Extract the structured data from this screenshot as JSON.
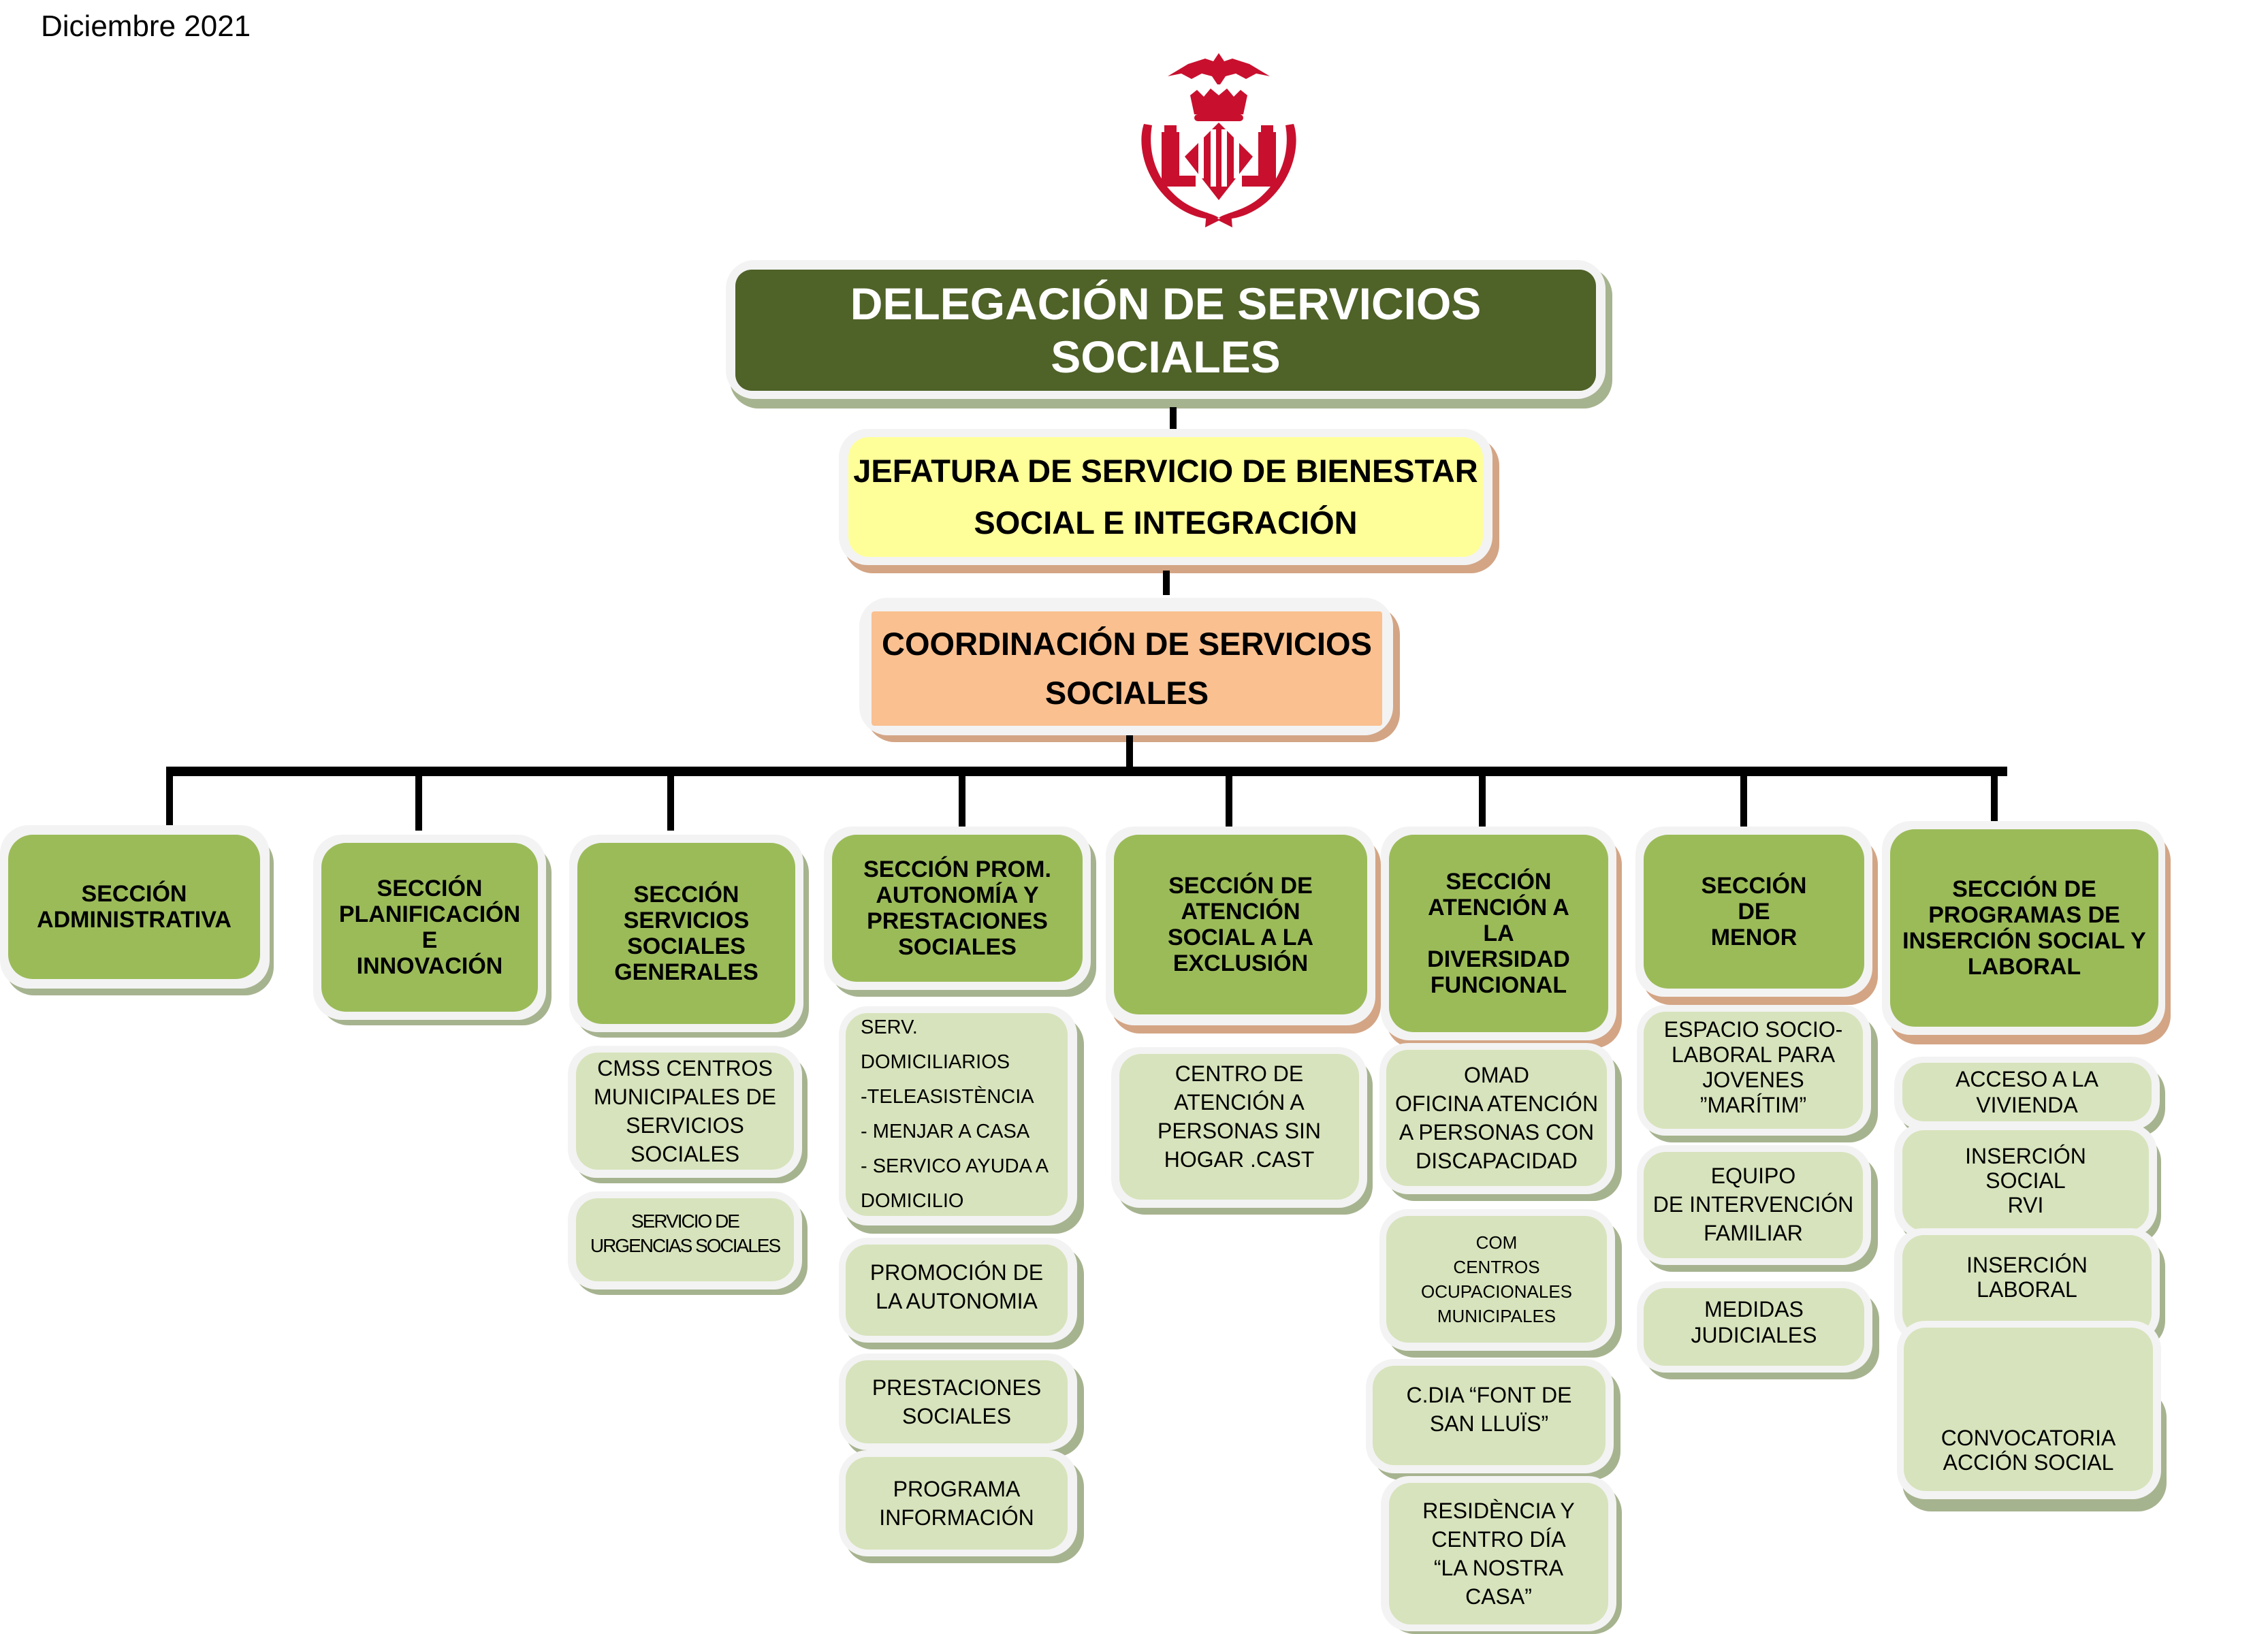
{
  "header": {
    "date": "Diciembre  2021"
  },
  "logo": {
    "icon": "valencia-city-coat-of-arms-icon",
    "color": "#c8102e"
  },
  "colors": {
    "top_box": "#4f6228",
    "jefatura_box": "#ffff99",
    "coordinacion_box": "#fac090",
    "section_box": "#9bbb59",
    "sub_box": "#d7e3bc",
    "connector": "#000000"
  },
  "hierarchy": {
    "delegacion": "DELEGACIÓN DE SERVICIOS\nSOCIALES",
    "jefatura": "JEFATURA DE SERVICIO DE BIENESTAR\nSOCIAL E INTEGRACIÓN",
    "coordinacion": "COORDINACIÓN DE SERVICIOS\nSOCIALES"
  },
  "sections": [
    {
      "title": "SECCIÓN\nADMINISTRATIVA",
      "units": []
    },
    {
      "title": "SECCIÓN\nPLANIFICACIÓN\nE\nINNOVACIÓN",
      "units": []
    },
    {
      "title": "SECCIÓN\nSERVICIOS\nSOCIALES\nGENERALES",
      "units": [
        "CMSS CENTROS\nMUNICIPALES DE\nSERVICIOS\nSOCIALES",
        "SERVICIO DE\nURGENCIAS SOCIALES"
      ]
    },
    {
      "title": "SECCIÓN PROM.\nAUTONOMÍA Y\nPRESTACIONES\nSOCIALES",
      "units": [
        "SERV.\nDOMICILIARIOS\n-TELEASISTÈNCIA\n- MENJAR A CASA\n- SERVICO  AYUDA A\nDOMICILIO",
        "PROMOCIÓN DE\nLA AUTONOMIA",
        "PRESTACIONES\nSOCIALES",
        "PROGRAMA\nINFORMACIÓN"
      ]
    },
    {
      "title": "SECCIÓN DE\nATENCIÓN\nSOCIAL A LA\nEXCLUSIÓN",
      "units": [
        "CENTRO DE\nATENCIÓN A\nPERSONAS SIN\nHOGAR .CAST"
      ]
    },
    {
      "title": "SECCIÓN\nATENCIÓN A\nLA\nDIVERSIDAD\nFUNCIONAL",
      "units": [
        "OMAD\nOFICINA ATENCIÓN\nA PERSONAS CON\nDISCAPACIDAD",
        "COM\nCENTROS\nOCUPACIONALES\nMUNICIPALES",
        "C.DIA “FONT DE\nSAN LLUÏS”",
        "RESIDÈNCIA Y\nCENTRO DÍA\n“LA NOSTRA\nCASA”"
      ]
    },
    {
      "title": "SECCIÓN\nDE\nMENOR",
      "units": [
        "ESPACIO SOCIO-\nLABORAL PARA\nJOVENES\n”MARÍTIM”",
        "EQUIPO\nDE INTERVENCIÓN\nFAMILIAR",
        "MEDIDAS\nJUDICIALES"
      ]
    },
    {
      "title": "SECCIÓN DE\nPROGRAMAS DE\nINSERCIÓN SOCIAL Y\nLABORAL",
      "units": [
        "ACCESO A LA\nVIVIENDA",
        "INSERCIÓN\nSOCIAL\nRVI",
        "INSERCIÓN\nLABORAL",
        "CONVOCATORIA\nACCIÓN SOCIAL"
      ]
    }
  ]
}
